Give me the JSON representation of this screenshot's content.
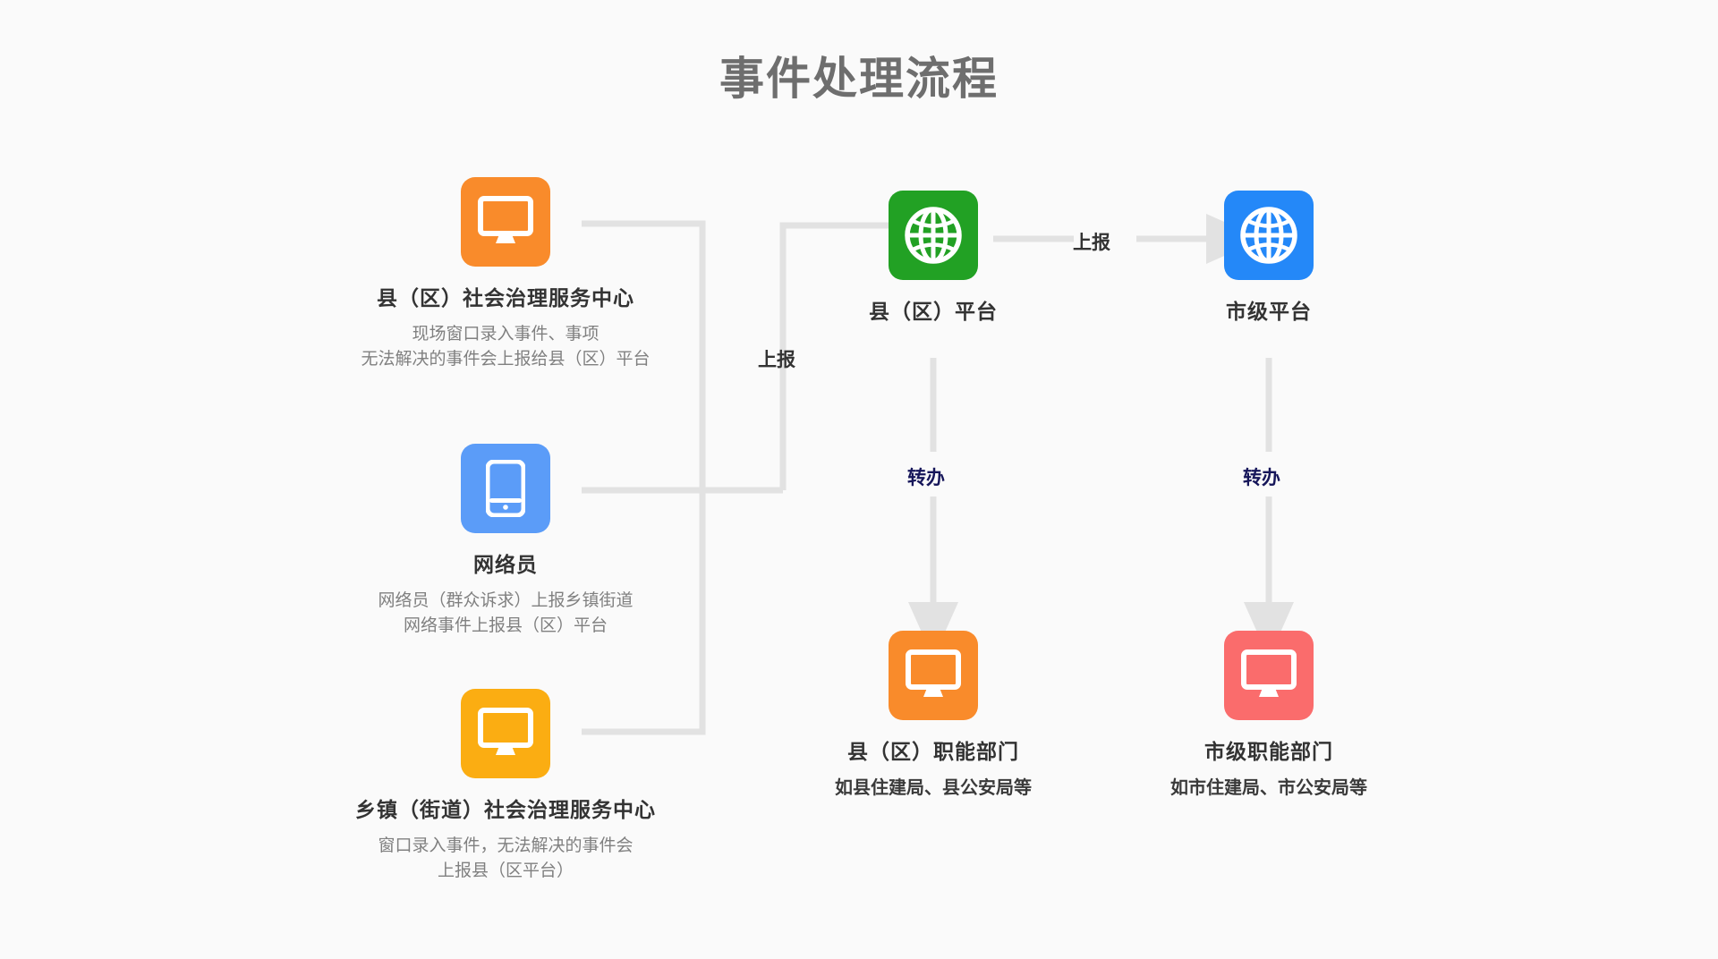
{
  "page": {
    "title": "事件处理流程",
    "background": "#fafafa"
  },
  "colors": {
    "orange": "#f98b2b",
    "blue_phone": "#5b9cf8",
    "amber": "#fbad12",
    "green": "#22a124",
    "blue_globe": "#2488f8",
    "orange_dept": "#f98b2b",
    "red_dept": "#fa6c6c",
    "wire": "#e2e2e2",
    "title_text": "#6e6e6e",
    "node_title_text": "#333333",
    "node_desc_text": "#808080",
    "label_gray": "#333333",
    "label_navy": "#16165a"
  },
  "nodes": {
    "county_center": {
      "icon": "monitor-icon",
      "icon_color": "#f98b2b",
      "title": "县（区）社会治理服务中心",
      "desc_line1": "现场窗口录入事件、事项",
      "desc_line2": "无法解决的事件会上报给县（区）平台"
    },
    "grid_worker": {
      "icon": "mobile-phone-icon",
      "icon_color": "#5b9cf8",
      "title": "网络员",
      "desc_line1": "网络员（群众诉求）上报乡镇街道",
      "desc_line2": "网络事件上报县（区）平台"
    },
    "township_center": {
      "icon": "monitor-icon",
      "icon_color": "#fbad12",
      "title": "乡镇（街道）社会治理服务中心",
      "desc_line1": "窗口录入事件，无法解决的事件会",
      "desc_line2": "上报县（区平台）"
    },
    "county_platform": {
      "icon": "globe-icon",
      "icon_color": "#22a124",
      "title": "县（区）平台",
      "desc_line1": "",
      "desc_line2": ""
    },
    "city_platform": {
      "icon": "globe-icon",
      "icon_color": "#2488f8",
      "title": "市级平台",
      "desc_line1": "",
      "desc_line2": ""
    },
    "county_dept": {
      "icon": "monitor-icon",
      "icon_color": "#f98b2b",
      "title": "县（区）职能部门",
      "desc_line1": "如县住建局、县公安局等",
      "desc_line2": ""
    },
    "city_dept": {
      "icon": "monitor-icon",
      "icon_color": "#fa6c6c",
      "title": "市级职能部门",
      "desc_line1": "如市住建局、市公安局等",
      "desc_line2": ""
    }
  },
  "edges": {
    "report_to_county_platform": "上报",
    "report_county_to_city": "上报",
    "dispatch_county": "转办",
    "dispatch_city": "转办"
  }
}
